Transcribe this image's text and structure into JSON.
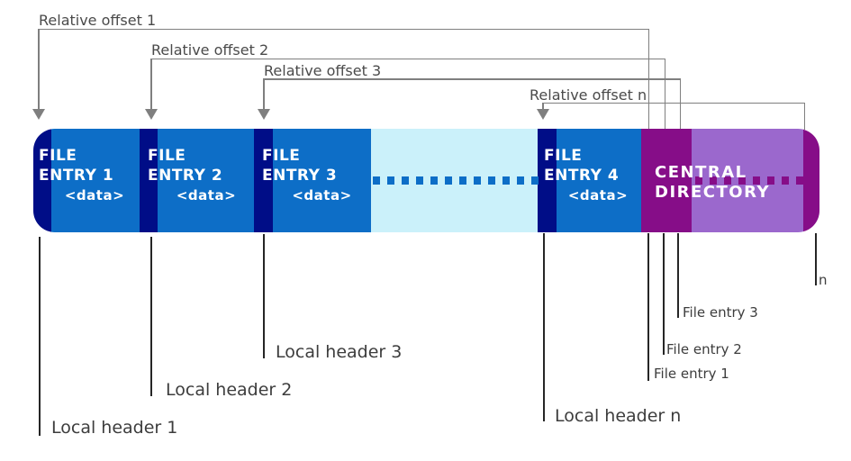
{
  "diagram": {
    "offsets": [
      "Relative offset 1",
      "Relative offset 2",
      "Relative offset 3",
      "Relative offset n"
    ],
    "entries": [
      {
        "line1": "FILE",
        "line2": "ENTRY 1",
        "data": "<data>"
      },
      {
        "line1": "FILE",
        "line2": "ENTRY 2",
        "data": "<data>"
      },
      {
        "line1": "FILE",
        "line2": "ENTRY 3",
        "data": "<data>"
      },
      {
        "line1": "FILE",
        "line2": "ENTRY 4",
        "data": "<data>"
      }
    ],
    "central_directory": {
      "line1": "CENTRAL",
      "line2": "DIRECTORY"
    },
    "local_headers": [
      "Local header 1",
      "Local header 2",
      "Local header 3",
      "Local header n"
    ],
    "file_entries": [
      "File entry 1",
      "File entry 2",
      "File entry 3"
    ],
    "end_label": "n",
    "colors": {
      "local_header_stripe": "#000d87",
      "file_entry_fill": "#0d6ec7",
      "gap_fill": "#cbf1fa",
      "central_directory_dark": "#860d88",
      "central_directory_light": "#9b68cd",
      "arrow_line": "#7f7f7f",
      "leader_line": "#262626",
      "label_text": "#4a4a4a",
      "bar_text": "#ffffff"
    }
  }
}
